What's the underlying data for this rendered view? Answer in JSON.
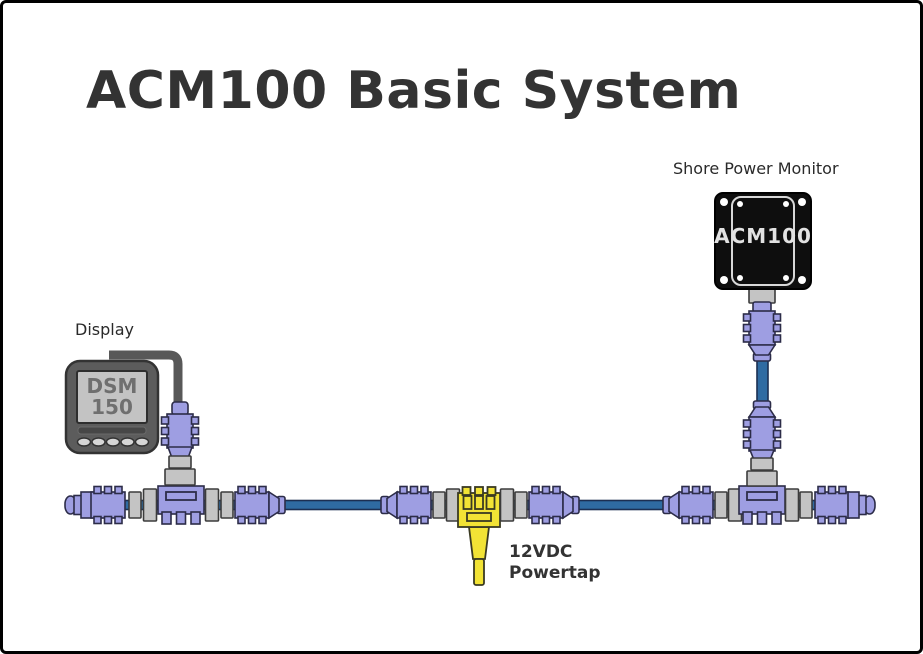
{
  "title": "ACM100 Basic System",
  "devices": {
    "acm100": {
      "label": "Shore Power Monitor",
      "name": "ACM100"
    },
    "display": {
      "label": "Display",
      "model_line1": "DSM",
      "model_line2": "150"
    },
    "powertap": {
      "label_line1": "12VDC",
      "label_line2": "Powertap"
    }
  },
  "colors": {
    "background": "#ffffff",
    "title_text": "#333333",
    "label_text": "#2a2a2a",
    "backbone_cable": "#2f6ba2",
    "cable_outline": "#1c2f52",
    "connector_purple": "#9e9ee2",
    "connector_purple_outline": "#2c2c48",
    "ring_gray": "#c4c4c4",
    "ring_outline": "#3c3c3c",
    "powertap_yellow": "#f2e335",
    "powertap_outline": "#3a3a22",
    "device_black": "#0e0e0e",
    "device_inner_outline": "#d8d8d8",
    "display_body": "#5c5c5c",
    "display_screen": "#c3c3c3",
    "display_screen_text": "#6f6f6f",
    "drop_cable_gray": "#585858",
    "acm_text": "#e2e2e2"
  }
}
